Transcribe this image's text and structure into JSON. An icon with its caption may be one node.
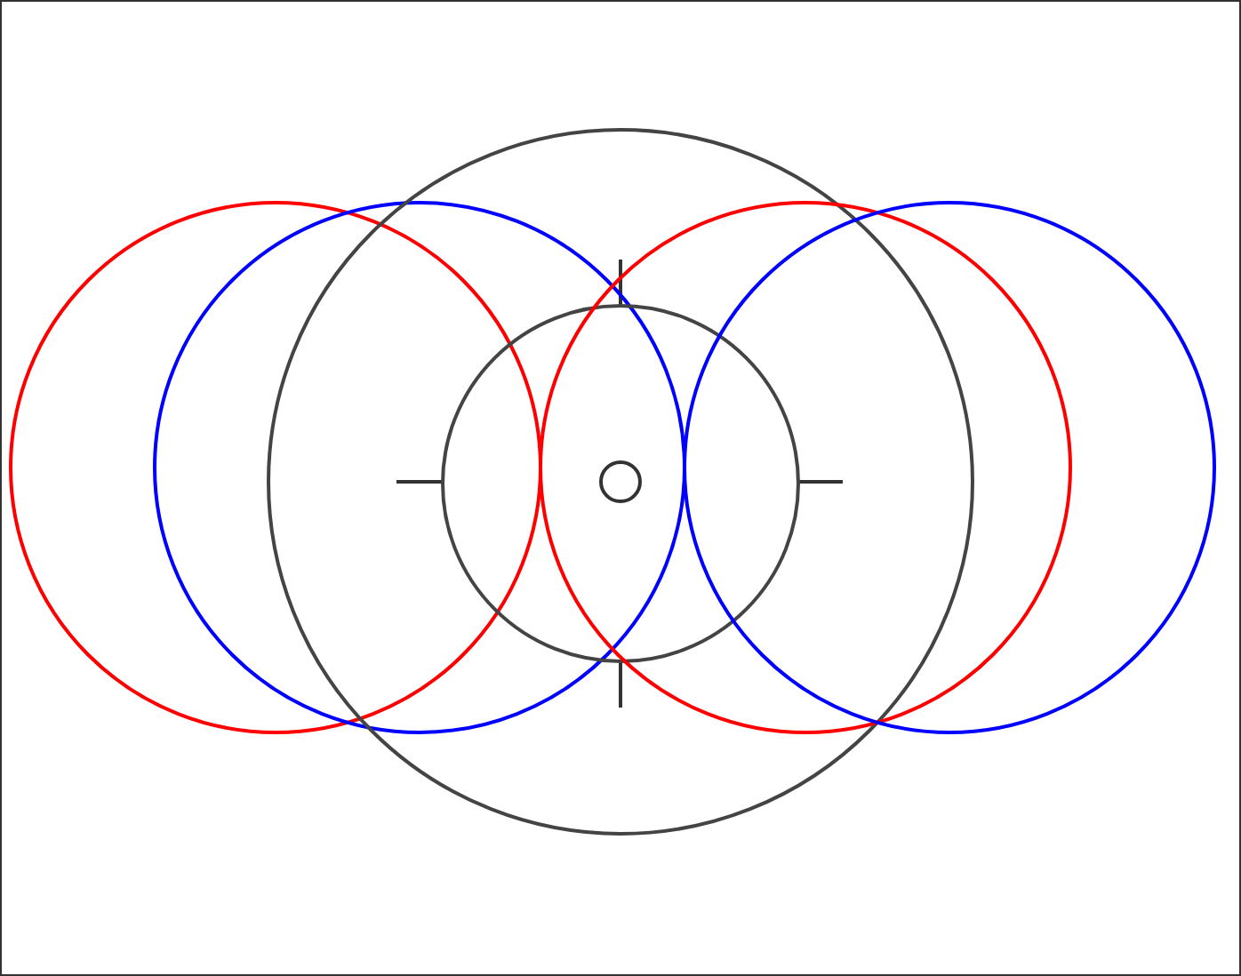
{
  "diagram": {
    "nodes": [
      {
        "text": [],
        "shape": "circle"
      },
      {
        "text": [],
        "shape": "circle"
      },
      {
        "text": [],
        "shape": "circle"
      },
      {
        "text": [],
        "shape": "circle",
        "in": 2
      },
      {
        "text": [],
        "shape": "circle"
      },
      {
        "text": [],
        "shape": "circle"
      },
      {
        "text": [],
        "shape": "circle"
      }
    ]
  }
}
